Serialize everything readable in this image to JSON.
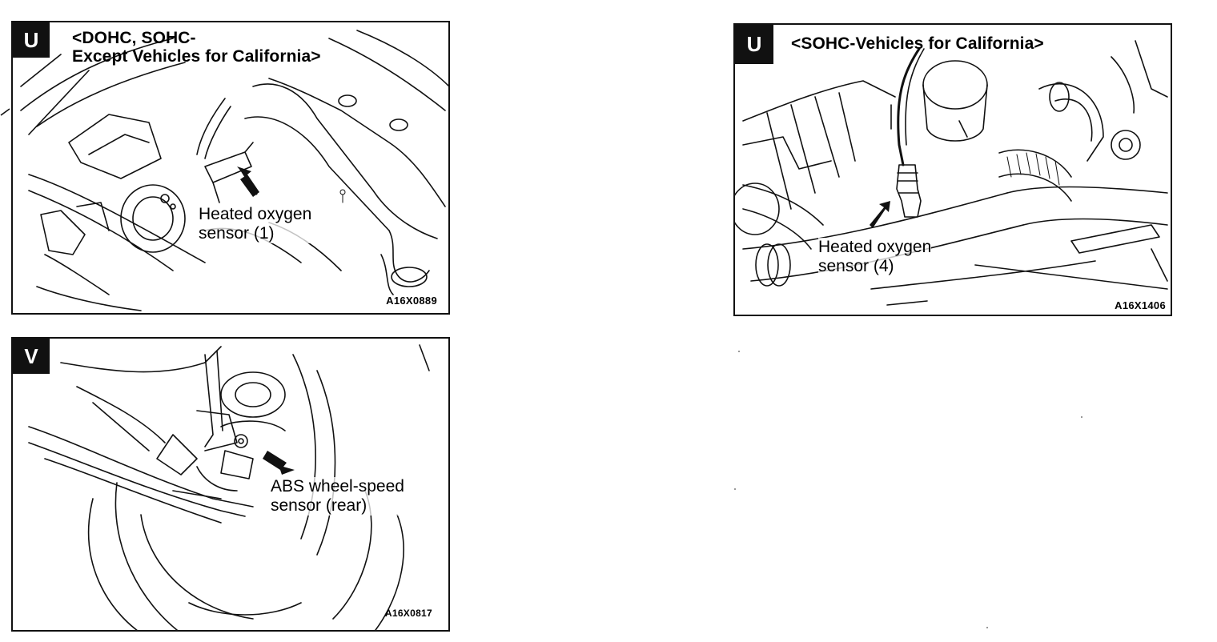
{
  "panels": [
    {
      "id": "panel-u-left",
      "badge": "U",
      "title_line1": "<DOHC, SOHC-",
      "title_line2": "Except Vehicles for California>",
      "callout_line1": "Heated oxygen",
      "callout_line2": "sensor (1)",
      "code": "A16X0889"
    },
    {
      "id": "panel-v",
      "badge": "V",
      "callout_line1": "ABS wheel-speed",
      "callout_line2": "sensor (rear)",
      "code": "A16X0817"
    },
    {
      "id": "panel-u-right",
      "badge": "U",
      "title_line1": "<SOHC-Vehicles for California>",
      "callout_line1": "Heated oxygen",
      "callout_line2": "sensor (4)",
      "code": "A16X1406"
    }
  ],
  "colors": {
    "ink": "#111111",
    "paper": "#ffffff"
  },
  "icons": {
    "pointer": "black-arrow-icon"
  }
}
